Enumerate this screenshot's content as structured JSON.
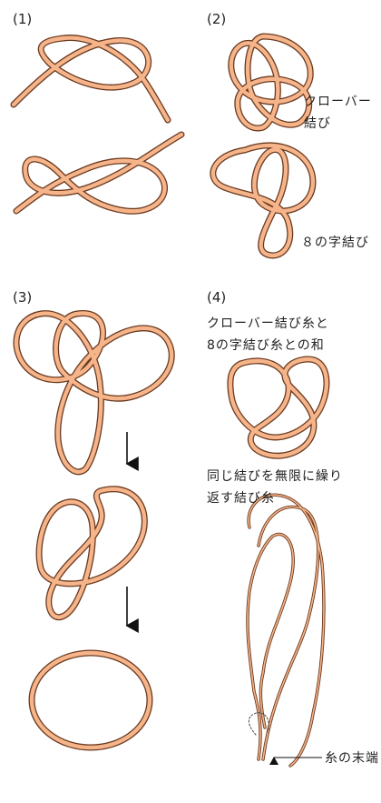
{
  "panels": [
    {
      "label": "(1)"
    },
    {
      "label": "(2)"
    },
    {
      "label": "(3)"
    },
    {
      "label": "(4)"
    }
  ],
  "captions": {
    "clover": "クローバー\n結び",
    "figure_eight": "８の字結び",
    "sum": "クローバー結び糸と\n8の字結び糸との和",
    "infinite": "同じ結びを無限に繰り\n返す結び糸",
    "rope_end": "糸の末端"
  },
  "colors": {
    "rope_fill": "#f6b48a",
    "rope_outline": "#6b3a1f",
    "thin_rope": "#b07a4a",
    "arrow": "#111111"
  }
}
